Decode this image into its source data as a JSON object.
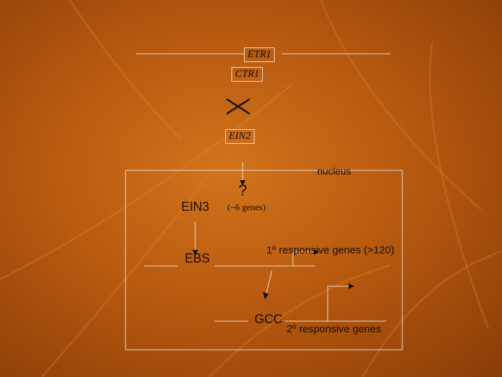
{
  "diagram": {
    "etr1": "ETR1",
    "ctr1": "CTR1",
    "ein2": "EIN2",
    "nucleus": "nucleus",
    "question": "?",
    "ein3": "EIN3",
    "genes_count": "(~6 genes)",
    "ebs": "EBS",
    "primary_genes": "1º responsive genes (>120)",
    "gcc": "GCC",
    "secondary_genes": "2º responsive genes"
  },
  "colors": {
    "line": "#e8dccf",
    "text": "#1a0d05",
    "background": "#b85a10"
  }
}
